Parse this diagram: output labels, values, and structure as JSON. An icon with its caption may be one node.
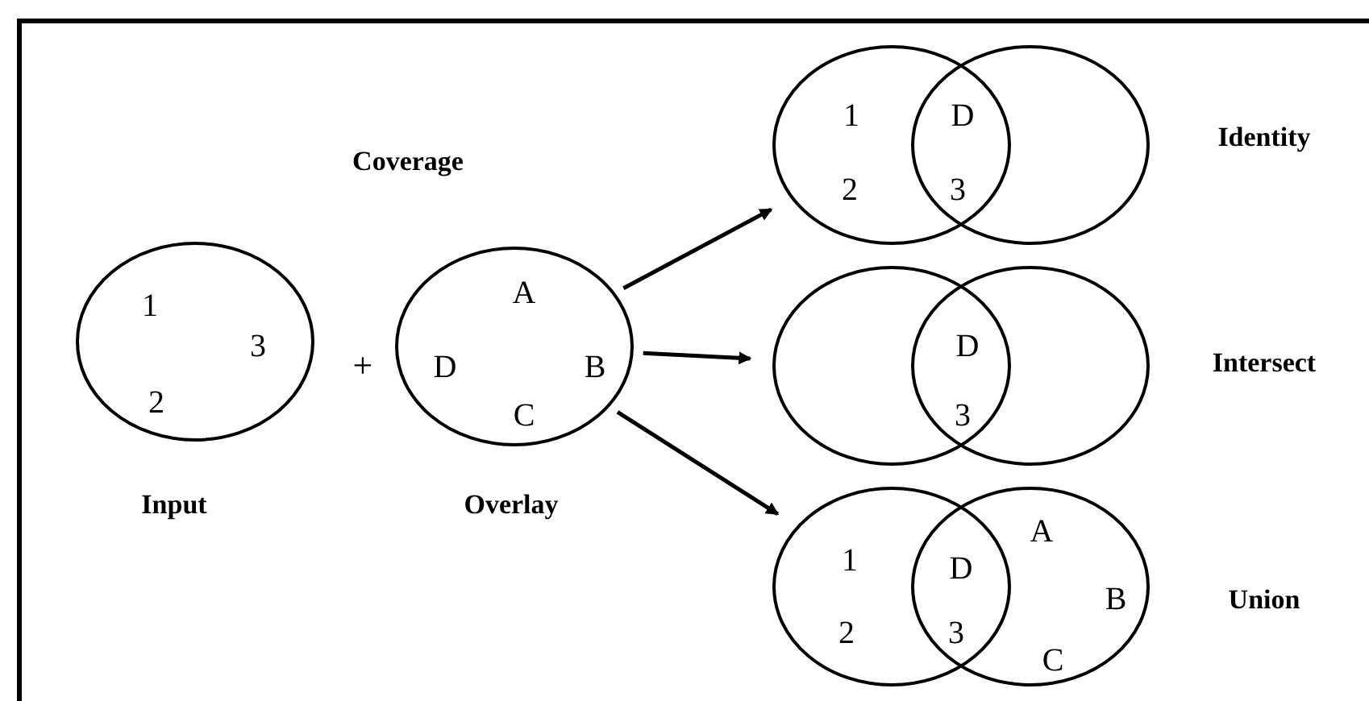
{
  "diagram": {
    "nodes": [
      {
        "text": [
          "1",
          "3",
          "2"
        ],
        "beside": [
          "Input"
        ]
      },
      {
        "text": [
          "A",
          "D",
          "B",
          "C"
        ],
        "beside": [
          "Overlay"
        ]
      },
      {
        "text": [
          "1",
          "D",
          "2",
          "3"
        ],
        "beside": [
          "Identity"
        ]
      },
      {
        "text": [
          "D",
          "3"
        ],
        "beside": [
          "Intersect"
        ]
      },
      {
        "text": [
          "1",
          "D",
          "A",
          "B",
          "2",
          "3",
          "C"
        ],
        "beside": [
          "Union"
        ]
      }
    ],
    "edges": [
      {
        "from": 1,
        "to": 2,
        "arrow": "to"
      },
      {
        "from": 1,
        "to": 3,
        "arrow": "to"
      },
      {
        "from": 1,
        "to": 4,
        "arrow": "to"
      }
    ],
    "labels": [
      "Coverage",
      "+"
    ]
  }
}
